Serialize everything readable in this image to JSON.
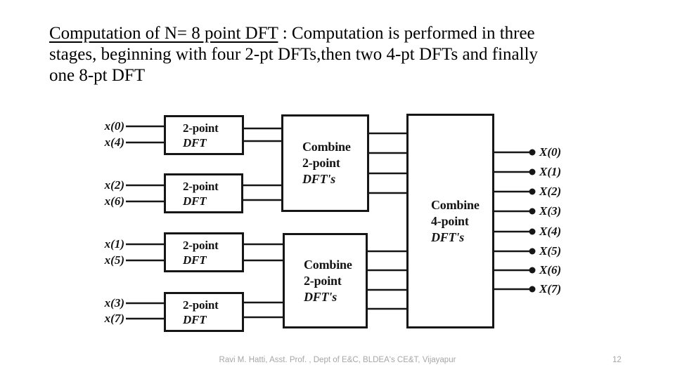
{
  "title": {
    "line1_underlined": "Computation of N= 8 point DFT",
    "line1_rest": " : Computation is performed in three",
    "line2": "stages, beginning with four 2-pt DFTs,then two 4-pt DFTs and finally",
    "line3": "one 8-pt DFT"
  },
  "diagram": {
    "inputs": [
      "x(0)",
      "x(4)",
      "x(2)",
      "x(6)",
      "x(1)",
      "x(5)",
      "x(3)",
      "x(7)"
    ],
    "outputs": [
      "X(0)",
      "X(1)",
      "X(2)",
      "X(3)",
      "X(4)",
      "X(5)",
      "X(6)",
      "X(7)"
    ],
    "stage1_boxes": [
      {
        "line1": "2-point",
        "line2": "DFT"
      },
      {
        "line1": "2-point",
        "line2": "DFT"
      },
      {
        "line1": "2-point",
        "line2": "DFT"
      },
      {
        "line1": "2-point",
        "line2": "DFT"
      }
    ],
    "stage2_boxes": [
      {
        "line1": "Combine",
        "line2": "2-point",
        "line3": "DFT's"
      },
      {
        "line1": "Combine",
        "line2": "2-point",
        "line3": "DFT's"
      }
    ],
    "stage3_box": {
      "line1": "Combine",
      "line2": "4-point",
      "line3": "DFT's"
    }
  },
  "footer": {
    "credit": "Ravi M. Hatti, Asst. Prof. , Dept of E&C, BLDEA's CE&T, Vijayapur",
    "page_number": "12"
  },
  "colors": {
    "ink": "#161616",
    "footer_gray": "#a6a6a6"
  }
}
